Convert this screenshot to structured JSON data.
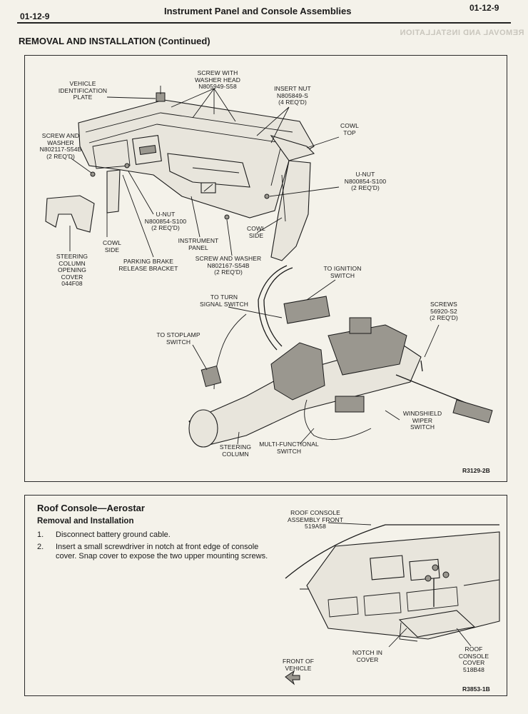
{
  "header": {
    "page_left": "01-12-9",
    "title": "Instrument Panel and Console Assemblies",
    "page_right": "01-12-9",
    "ghost_text": "REMOVAL AND INSTALLATION"
  },
  "section_heading": "REMOVAL AND INSTALLATION (Continued)",
  "figure1": {
    "labels": {
      "vehicle_id_plate": "VEHICLE\nIDENTIFICATION\nPLATE",
      "screw_washer_head": "SCREW WITH\nWASHER HEAD\nN805949-S58",
      "insert_nut": "INSERT NUT\nN805849-S\n(4 REQ'D)",
      "cowl_top": "COWL\nTOP",
      "screw_washer_left": "SCREW AND\nWASHER\nN802117-S54B\n(2 REQ'D)",
      "u_nut_right": "U-NUT\nN800854-S100\n(2 REQ'D)",
      "u_nut_center": "U-NUT\nN800854-S100\n(2 REQ'D)",
      "cowl_side_right": "COWL\nSIDE",
      "instrument_panel": "INSTRUMENT\nPANEL",
      "cowl_side_left": "COWL\nSIDE",
      "steering_column_cover": "STEERING\nCOLUMN\nOPENING\nCOVER\n044F08",
      "parking_brake": "PARKING BRAKE\nRELEASE BRACKET",
      "screw_washer_bottom": "SCREW AND WASHER\nN802167-S54B\n(2 REQ'D)",
      "to_ignition": "TO IGNITION\nSWITCH",
      "to_turn_signal": "TO TURN\nSIGNAL SWITCH",
      "screws": "SCREWS\n56920-S2\n(2 REQ'D)",
      "to_stoplamp": "TO STOPLAMP\nSWITCH",
      "windshield_wiper": "WINDSHIELD\nWIPER\nSWITCH",
      "multi_functional": "MULTI-FUNCTIONAL\nSWITCH",
      "steering_column": "STEERING\nCOLUMN"
    },
    "ref_code": "R3129-2B"
  },
  "roof_console": {
    "title": "Roof Console—Aerostar",
    "subtitle": "Removal and Installation",
    "steps": [
      {
        "num": "1.",
        "text": "Disconnect battery ground cable."
      },
      {
        "num": "2.",
        "text": "Insert a small screwdriver in notch at front edge of console cover. Snap cover to expose the two upper mounting screws."
      }
    ],
    "labels": {
      "assembly_front": "ROOF CONSOLE\nASSEMBLY FRONT\n519A58",
      "notch": "NOTCH IN\nCOVER",
      "front_vehicle": "FRONT OF\nVEHICLE",
      "cover": "ROOF\nCONSOLE\nCOVER\n518B48"
    },
    "ref_code": "R3853-1B"
  }
}
